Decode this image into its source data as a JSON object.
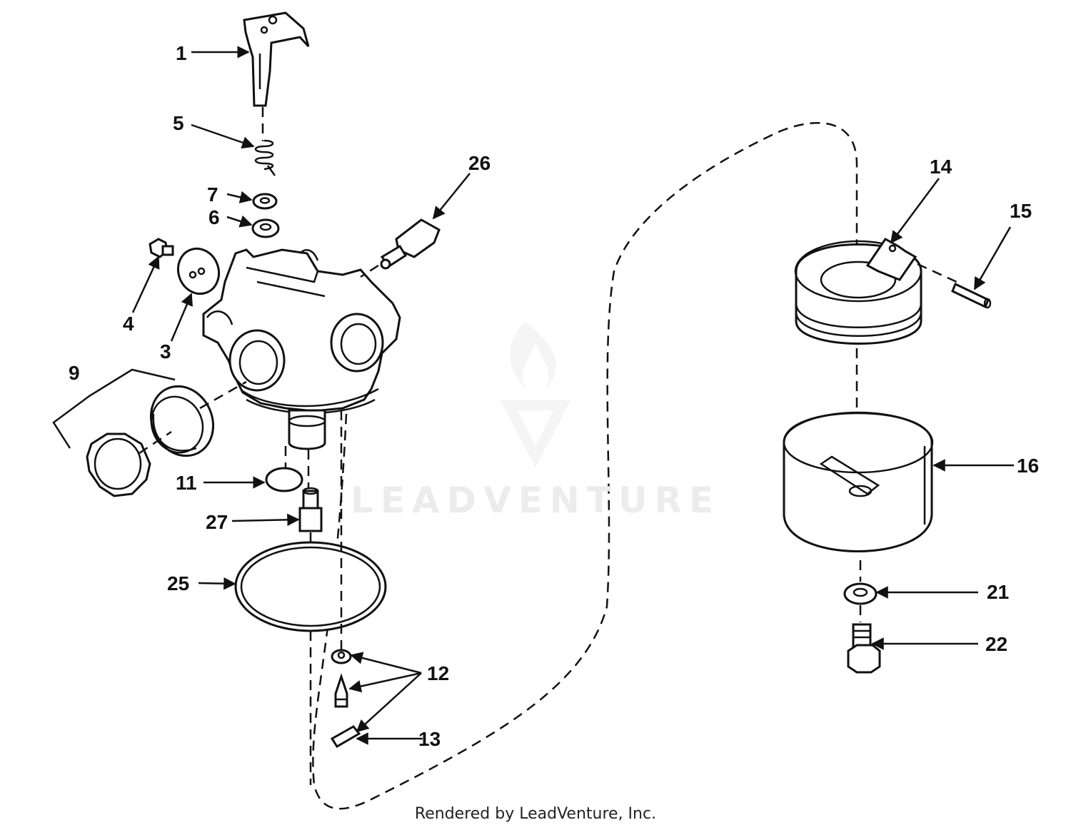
{
  "diagram": {
    "watermark_text": "LEADVENTURE",
    "footer_text": "Rendered by LeadVenture, Inc.",
    "callouts": {
      "c1": "1",
      "c3": "3",
      "c4": "4",
      "c5": "5",
      "c6": "6",
      "c7": "7",
      "c9": "9",
      "c11": "11",
      "c12": "12",
      "c13": "13",
      "c14": "14",
      "c15": "15",
      "c16": "16",
      "c21": "21",
      "c22": "22",
      "c25": "25",
      "c26": "26",
      "c27": "27"
    }
  }
}
